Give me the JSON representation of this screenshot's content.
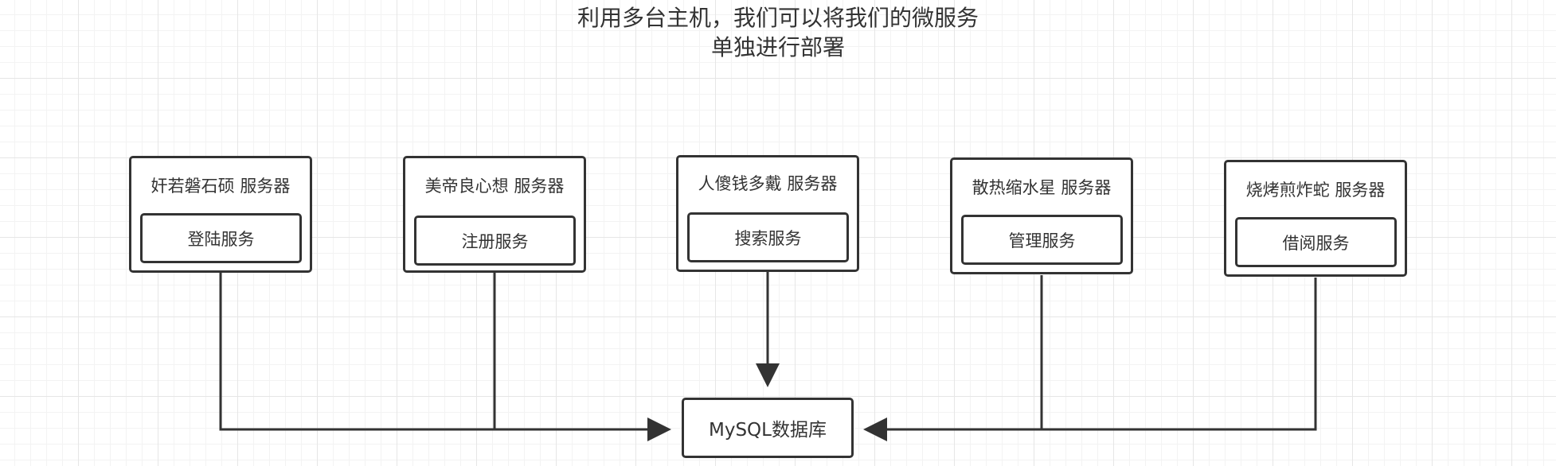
{
  "title": {
    "line1": "利用多台主机，我们可以将我们的微服务",
    "line2": "单独进行部署"
  },
  "servers": [
    {
      "name": "奸若磐石硕 服务器",
      "service": "登陆服务"
    },
    {
      "name": "美帝良心想 服务器",
      "service": "注册服务"
    },
    {
      "name": "人傻钱多戴 服务器",
      "service": "搜索服务"
    },
    {
      "name": "散热缩水星 服务器",
      "service": "管理服务"
    },
    {
      "name": "烧烤煎炸蛇 服务器",
      "service": "借阅服务"
    }
  ],
  "database": {
    "label": "MySQL数据库"
  },
  "colors": {
    "stroke": "#333333",
    "grid_major": "#e6e6e6",
    "grid_minor": "#f3f3f3"
  }
}
